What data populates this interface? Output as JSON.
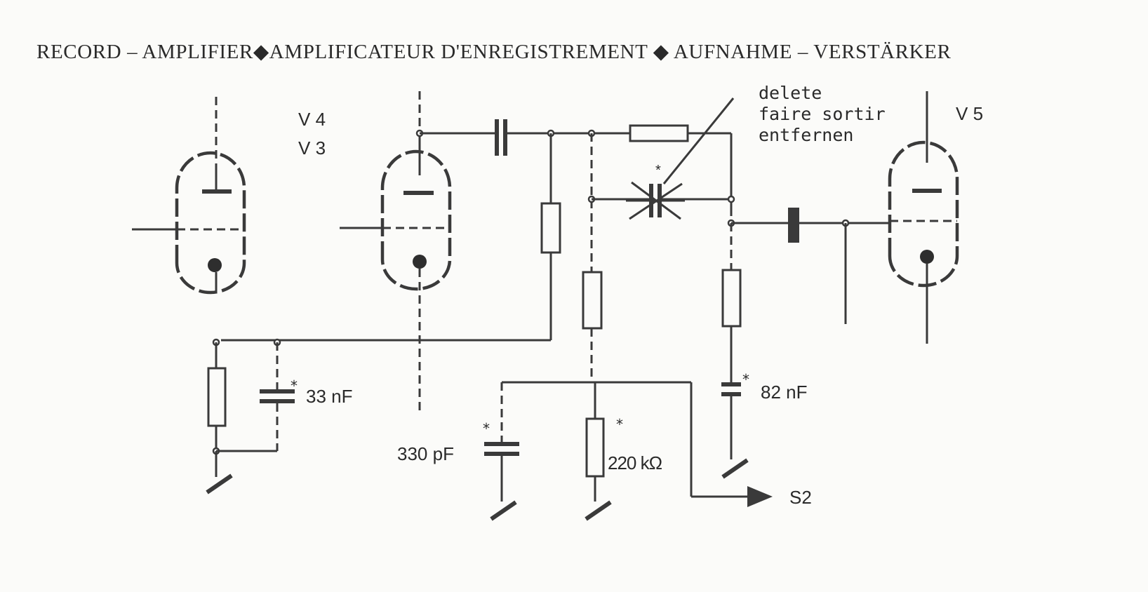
{
  "title": "RECORD – AMPLIFIER◆AMPLIFICATEUR D'ENREGISTREMENT ◆ AUFNAHME – VERSTÄRKER",
  "tubes": {
    "left_upper": "V 4",
    "left_lower": "V 3",
    "right": "V 5"
  },
  "note": {
    "line1": "delete",
    "line2": "faire sortir",
    "line3": "entfernen",
    "marker": "*"
  },
  "components": {
    "cap_33": "33 nF",
    "cap_330": "330 pF",
    "res_220": "220 kΩ",
    "cap_82": "82 nF"
  },
  "output": "S2"
}
